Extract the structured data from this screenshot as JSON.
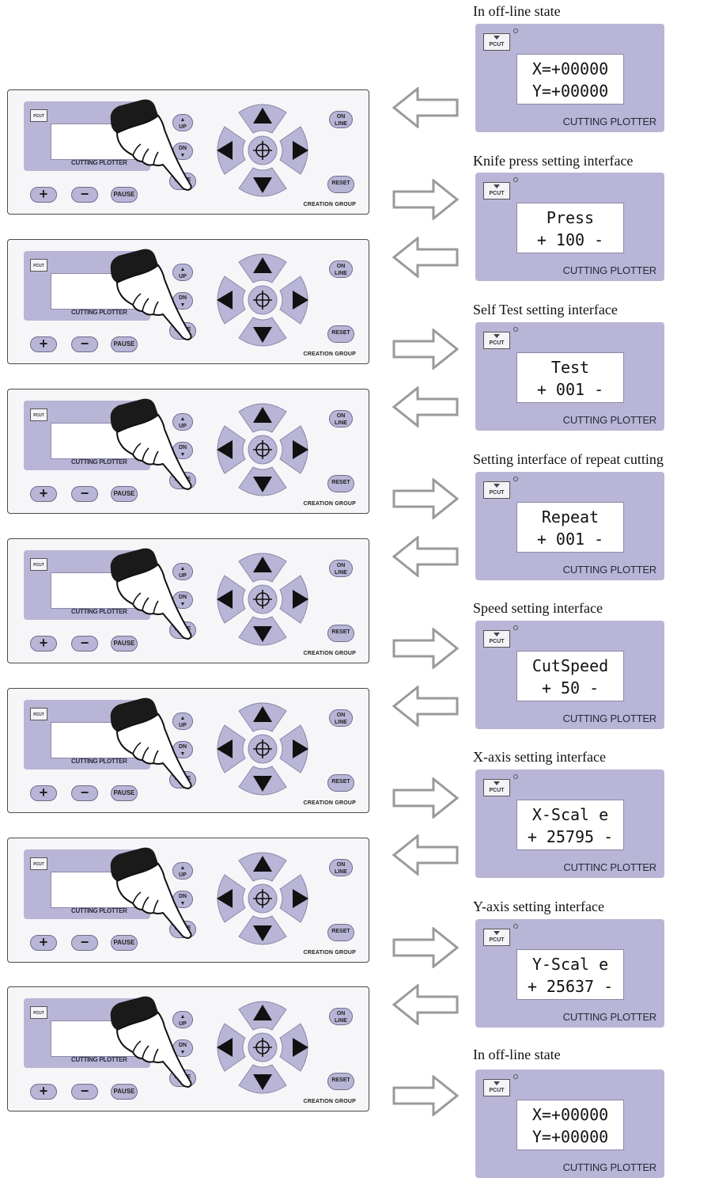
{
  "panel": {
    "lcd_brand": "CUTTING PLOTTER",
    "logo": "PCUT",
    "buttons": {
      "up": "UP",
      "dn": "DN",
      "move": "MOVE",
      "on_line": "ON\nLINE",
      "reset": "RESET",
      "pause": "PAUSE",
      "plus": "+",
      "minus": "−"
    },
    "maker": "CREATION GROUP"
  },
  "screens": [
    {
      "caption": "In off-line state",
      "line1": "X=+00000",
      "line2": "Y=+00000",
      "brand": "CUTTING PLOTTER",
      "logo": "PCUT"
    },
    {
      "caption": "Knife press setting interface",
      "line1": "Press",
      "line2": "+ 100 -",
      "brand": "CUTTING PLOTTER",
      "logo": "PCUT"
    },
    {
      "caption": "Self Test setting interface",
      "line1": "Test",
      "line2": "+ 001 -",
      "brand": "CUTTING PLOTTER",
      "logo": "PCUT"
    },
    {
      "caption": "Setting interface of repeat cutting",
      "line1": "Repeat",
      "line2": "+ 001 -",
      "brand": "CUTTING PLOTTER",
      "logo": "PCUT"
    },
    {
      "caption": "Speed setting interface",
      "line1": "CutSpeed",
      "line2": "+ 50 -",
      "brand": "CUTTING PLOTTER",
      "logo": "PCUT"
    },
    {
      "caption": "X-axis setting interface",
      "line1": "X-Scal e",
      "line2": "+ 25795 -",
      "brand": "CUTTINC PLOTTER",
      "logo": "PCUT"
    },
    {
      "caption": "Y-axis setting interface",
      "line1": "Y-Scal e",
      "line2": "+ 25637 -",
      "brand": "CUTTING PLOTTER",
      "logo": "PCUT"
    },
    {
      "caption": "In off-line state",
      "line1": "X=+00000",
      "line2": "Y=+00000",
      "brand": "CUTTING PLOTTER",
      "logo": "PCUT"
    }
  ],
  "colors": {
    "panel_lavender": "#b8b5d6",
    "panel_face": "#f6f6f8",
    "arrow_stroke": "#9a9a9a",
    "hand_dark": "#1a1a1a"
  },
  "arrow_direction_names": [
    "left-arrow",
    "right-arrow"
  ]
}
